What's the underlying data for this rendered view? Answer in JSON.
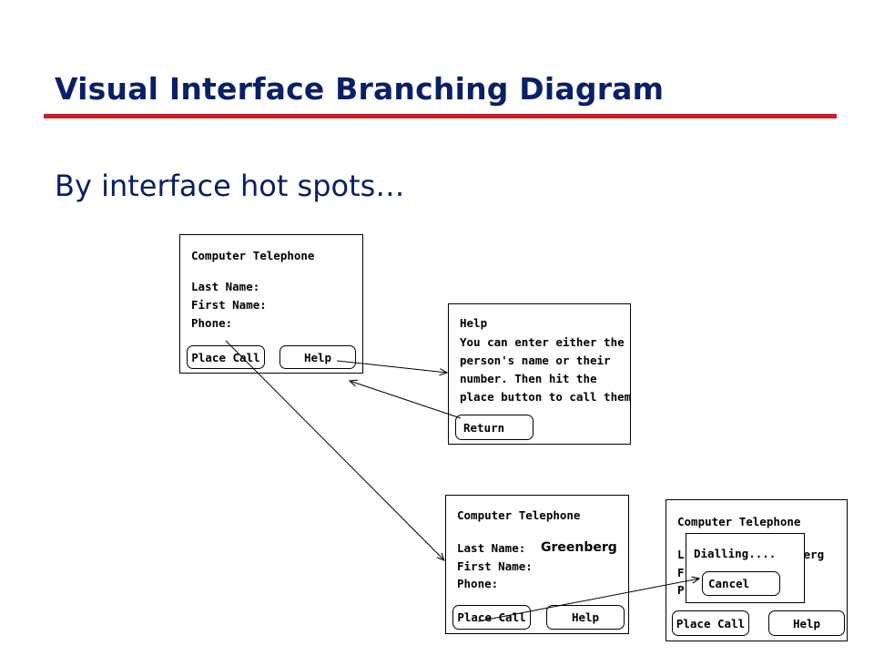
{
  "colors": {
    "accent_rule": "#cc1f2a",
    "title_text": "#0a1f66"
  },
  "title": "Visual Interface Branching Diagram",
  "subtitle": "By interface hot spots…",
  "screen_main": {
    "app_title": "Computer Telephone",
    "last_name_label": "Last Name:",
    "first_name_label": "First Name:",
    "phone_label": "Phone:",
    "place_call_label": "Place Call",
    "help_label": "Help"
  },
  "screen_help": {
    "heading": "Help",
    "body": "You can enter either the person's name or their number. Then hit the place button to call them",
    "return_label": "Return"
  },
  "screen_entry": {
    "app_title": "Computer Telephone",
    "last_name_label": "Last Name:",
    "last_name_value": "Greenberg",
    "first_name_label": "First Name:",
    "phone_label": "Phone:",
    "place_call_label": "Place Call",
    "help_label": "Help"
  },
  "screen_dialling": {
    "app_title": "Computer Telephone",
    "last_name_label_fragment": "L",
    "last_name_value_fragment": "berg",
    "first_name_label_fragment": "F",
    "phone_label_fragment": "P",
    "dialog_text": "Dialling....",
    "cancel_label": "Cancel",
    "place_call_label": "Place Call",
    "help_label": "Help"
  }
}
